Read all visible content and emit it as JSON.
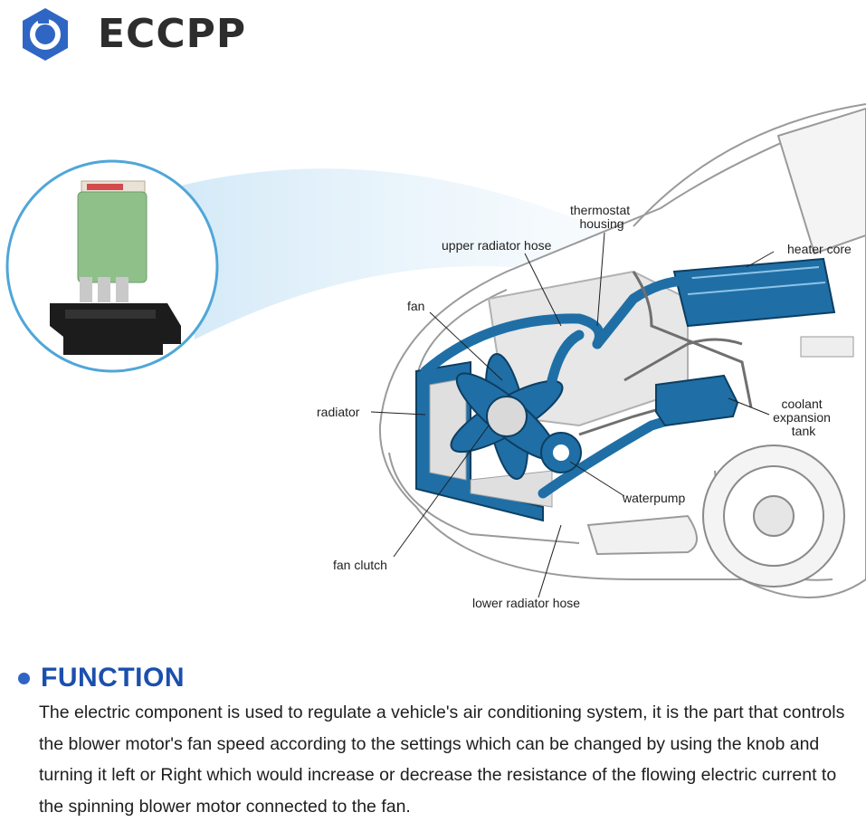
{
  "brand": {
    "name": "ECCPP"
  },
  "diagram": {
    "labels": {
      "thermostat_housing": [
        "thermostat",
        "housing"
      ],
      "upper_radiator_hose": "upper radiator hose",
      "heater_core": "heater core",
      "fan": "fan",
      "radiator": "radiator",
      "coolant_expansion_tank": [
        "coolant",
        "expansion",
        "tank"
      ],
      "waterpump": "waterpump",
      "fan_clutch": "fan clutch",
      "lower_radiator_hose": "lower radiator hose"
    },
    "colors": {
      "coolant_parts": "#1f6fa6",
      "outline": "#8a8a8a",
      "product_green": "#8fc08a",
      "circle_ring": "#4fa6d8"
    }
  },
  "function": {
    "title": "FUNCTION",
    "body": "The electric component is used to regulate a vehicle's air conditioning system, it is the part that controls the blower motor's fan speed according to the settings which can be changed by using the knob and turning it left or Right which would increase or decrease the resistance of the flowing electric current to the spinning blower motor connected to the fan."
  }
}
